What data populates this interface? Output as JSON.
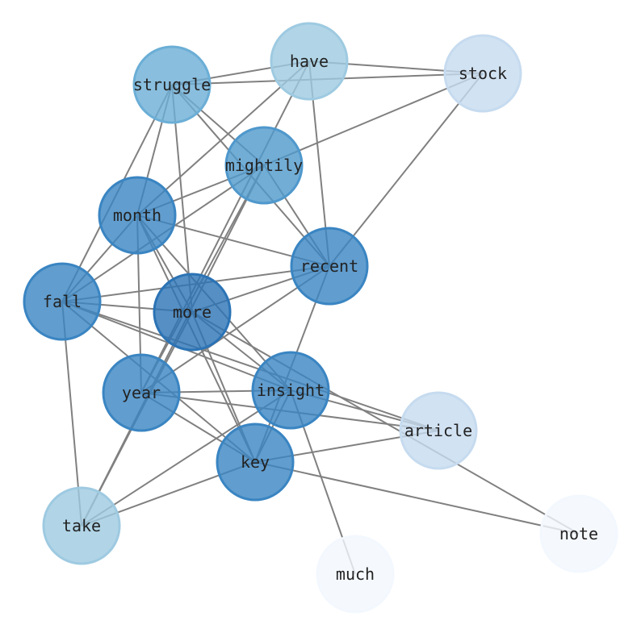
{
  "chart_data": {
    "type": "network",
    "title": "",
    "nodes": [
      {
        "id": "have",
        "color": "#9ecae1"
      },
      {
        "id": "stock",
        "color": "#c6dbef"
      },
      {
        "id": "struggle",
        "color": "#6baed6"
      },
      {
        "id": "mightily",
        "color": "#4f98cc"
      },
      {
        "id": "month",
        "color": "#3a85c2"
      },
      {
        "id": "recent",
        "color": "#3a85c2"
      },
      {
        "id": "fall",
        "color": "#3a85c2"
      },
      {
        "id": "more",
        "color": "#2b73b5"
      },
      {
        "id": "insight",
        "color": "#3a85c2"
      },
      {
        "id": "year",
        "color": "#3a85c2"
      },
      {
        "id": "article",
        "color": "#c6dbef"
      },
      {
        "id": "key",
        "color": "#3a85c2"
      },
      {
        "id": "take",
        "color": "#9ecae1"
      },
      {
        "id": "note",
        "color": "#f3f8fe"
      },
      {
        "id": "much",
        "color": "#f3f8fe"
      }
    ],
    "edges": [
      [
        "struggle",
        "have"
      ],
      [
        "struggle",
        "stock"
      ],
      [
        "have",
        "stock"
      ],
      [
        "struggle",
        "mightily"
      ],
      [
        "struggle",
        "recent"
      ],
      [
        "struggle",
        "month"
      ],
      [
        "struggle",
        "fall"
      ],
      [
        "struggle",
        "more"
      ],
      [
        "have",
        "month"
      ],
      [
        "have",
        "recent"
      ],
      [
        "have",
        "year"
      ],
      [
        "mightily",
        "stock"
      ],
      [
        "mightily",
        "month"
      ],
      [
        "mightily",
        "fall"
      ],
      [
        "mightily",
        "recent"
      ],
      [
        "mightily",
        "take"
      ],
      [
        "mightily",
        "year"
      ],
      [
        "month",
        "fall"
      ],
      [
        "month",
        "recent"
      ],
      [
        "month",
        "more"
      ],
      [
        "month",
        "year"
      ],
      [
        "month",
        "insight"
      ],
      [
        "month",
        "key"
      ],
      [
        "fall",
        "recent"
      ],
      [
        "fall",
        "more"
      ],
      [
        "fall",
        "insight"
      ],
      [
        "fall",
        "key"
      ],
      [
        "fall",
        "take"
      ],
      [
        "fall",
        "article"
      ],
      [
        "more",
        "recent"
      ],
      [
        "more",
        "insight"
      ],
      [
        "more",
        "key"
      ],
      [
        "more",
        "take"
      ],
      [
        "more",
        "note"
      ],
      [
        "recent",
        "stock"
      ],
      [
        "recent",
        "year"
      ],
      [
        "recent",
        "key"
      ],
      [
        "insight",
        "year"
      ],
      [
        "insight",
        "key"
      ],
      [
        "insight",
        "take"
      ],
      [
        "insight",
        "much"
      ],
      [
        "insight",
        "article"
      ],
      [
        "year",
        "article"
      ],
      [
        "year",
        "key"
      ],
      [
        "key",
        "article"
      ],
      [
        "key",
        "note"
      ],
      [
        "key",
        "take"
      ]
    ]
  }
}
